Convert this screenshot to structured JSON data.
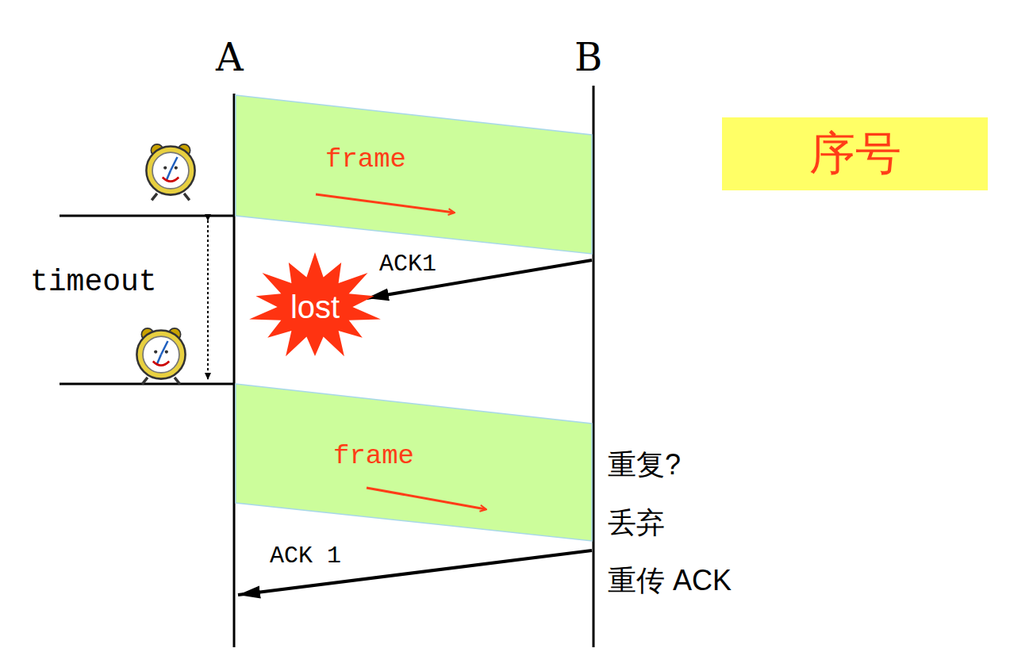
{
  "diagram": {
    "nodes": [
      {
        "text": [
          "序号"
        ]
      },
      {
        "text": [
          "frame"
        ]
      },
      {
        "text": [
          "lost"
        ]
      },
      {
        "text": [
          "frame"
        ]
      }
    ],
    "labels": [
      "A",
      "B",
      "timeout",
      "ACK1",
      "ACK 1",
      "重复?",
      "丢弃",
      "重传 ACK"
    ]
  }
}
